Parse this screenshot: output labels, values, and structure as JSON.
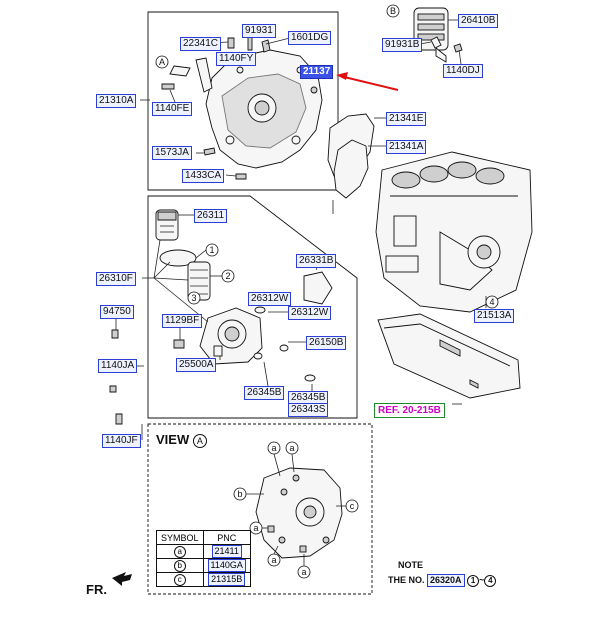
{
  "labels": {
    "p26410B": "26410B",
    "p91931B": "91931B",
    "p1140DJ": "1140DJ",
    "p91931": "91931",
    "p22341C": "22341C",
    "p1601DG": "1601DG",
    "p1140FY": "1140FY",
    "p21137": "21137",
    "p21310A": "21310A",
    "p1140FE": "1140FE",
    "p21341E": "21341E",
    "p21341A": "21341A",
    "p1573JA": "1573JA",
    "p1433CA": "1433CA",
    "p26311": "26311",
    "p26310F": "26310F",
    "p26331B": "26331B",
    "p26312W_a": "26312W",
    "p26312W_b": "26312W",
    "p94750": "94750",
    "p1129BF": "1129BF",
    "p21513A": "21513A",
    "p26150B": "26150B",
    "p1140JA": "1140JA",
    "p25500A": "25500A",
    "p26345B_a": "26345B",
    "p26345B_b": "26345B",
    "p26343S": "26343S",
    "p1140JF": "1140JF",
    "p26320A": "26320A"
  },
  "callouts": {
    "A": "A",
    "a": "a",
    "b": "b",
    "c": "c",
    "n1": "1",
    "n2": "2",
    "n3": "3",
    "n4": "4"
  },
  "reference": "REF. 20-215B",
  "view_title": "VIEW",
  "view_ref": "A",
  "symbol_table": {
    "header_symbol": "SYMBOL",
    "header_pnc": "PNC",
    "rows": [
      {
        "symbol": "a",
        "pnc": "21411"
      },
      {
        "symbol": "b",
        "pnc": "1140GA"
      },
      {
        "symbol": "c",
        "pnc": "21315B"
      }
    ]
  },
  "note": {
    "title": "NOTE",
    "prefix": "THE NO.",
    "pnc": "26320A",
    "range_from": "1",
    "range_sep": "~",
    "range_to": "4"
  },
  "direction": "FR.",
  "colors": {
    "label_border": "#2b3fd6",
    "label_fill": "#eef2ff",
    "highlight_fill": "#3b53e6",
    "arrow_red": "#e01010",
    "ref_border": "#1f8a2a",
    "ref_text": "#d000c8"
  }
}
